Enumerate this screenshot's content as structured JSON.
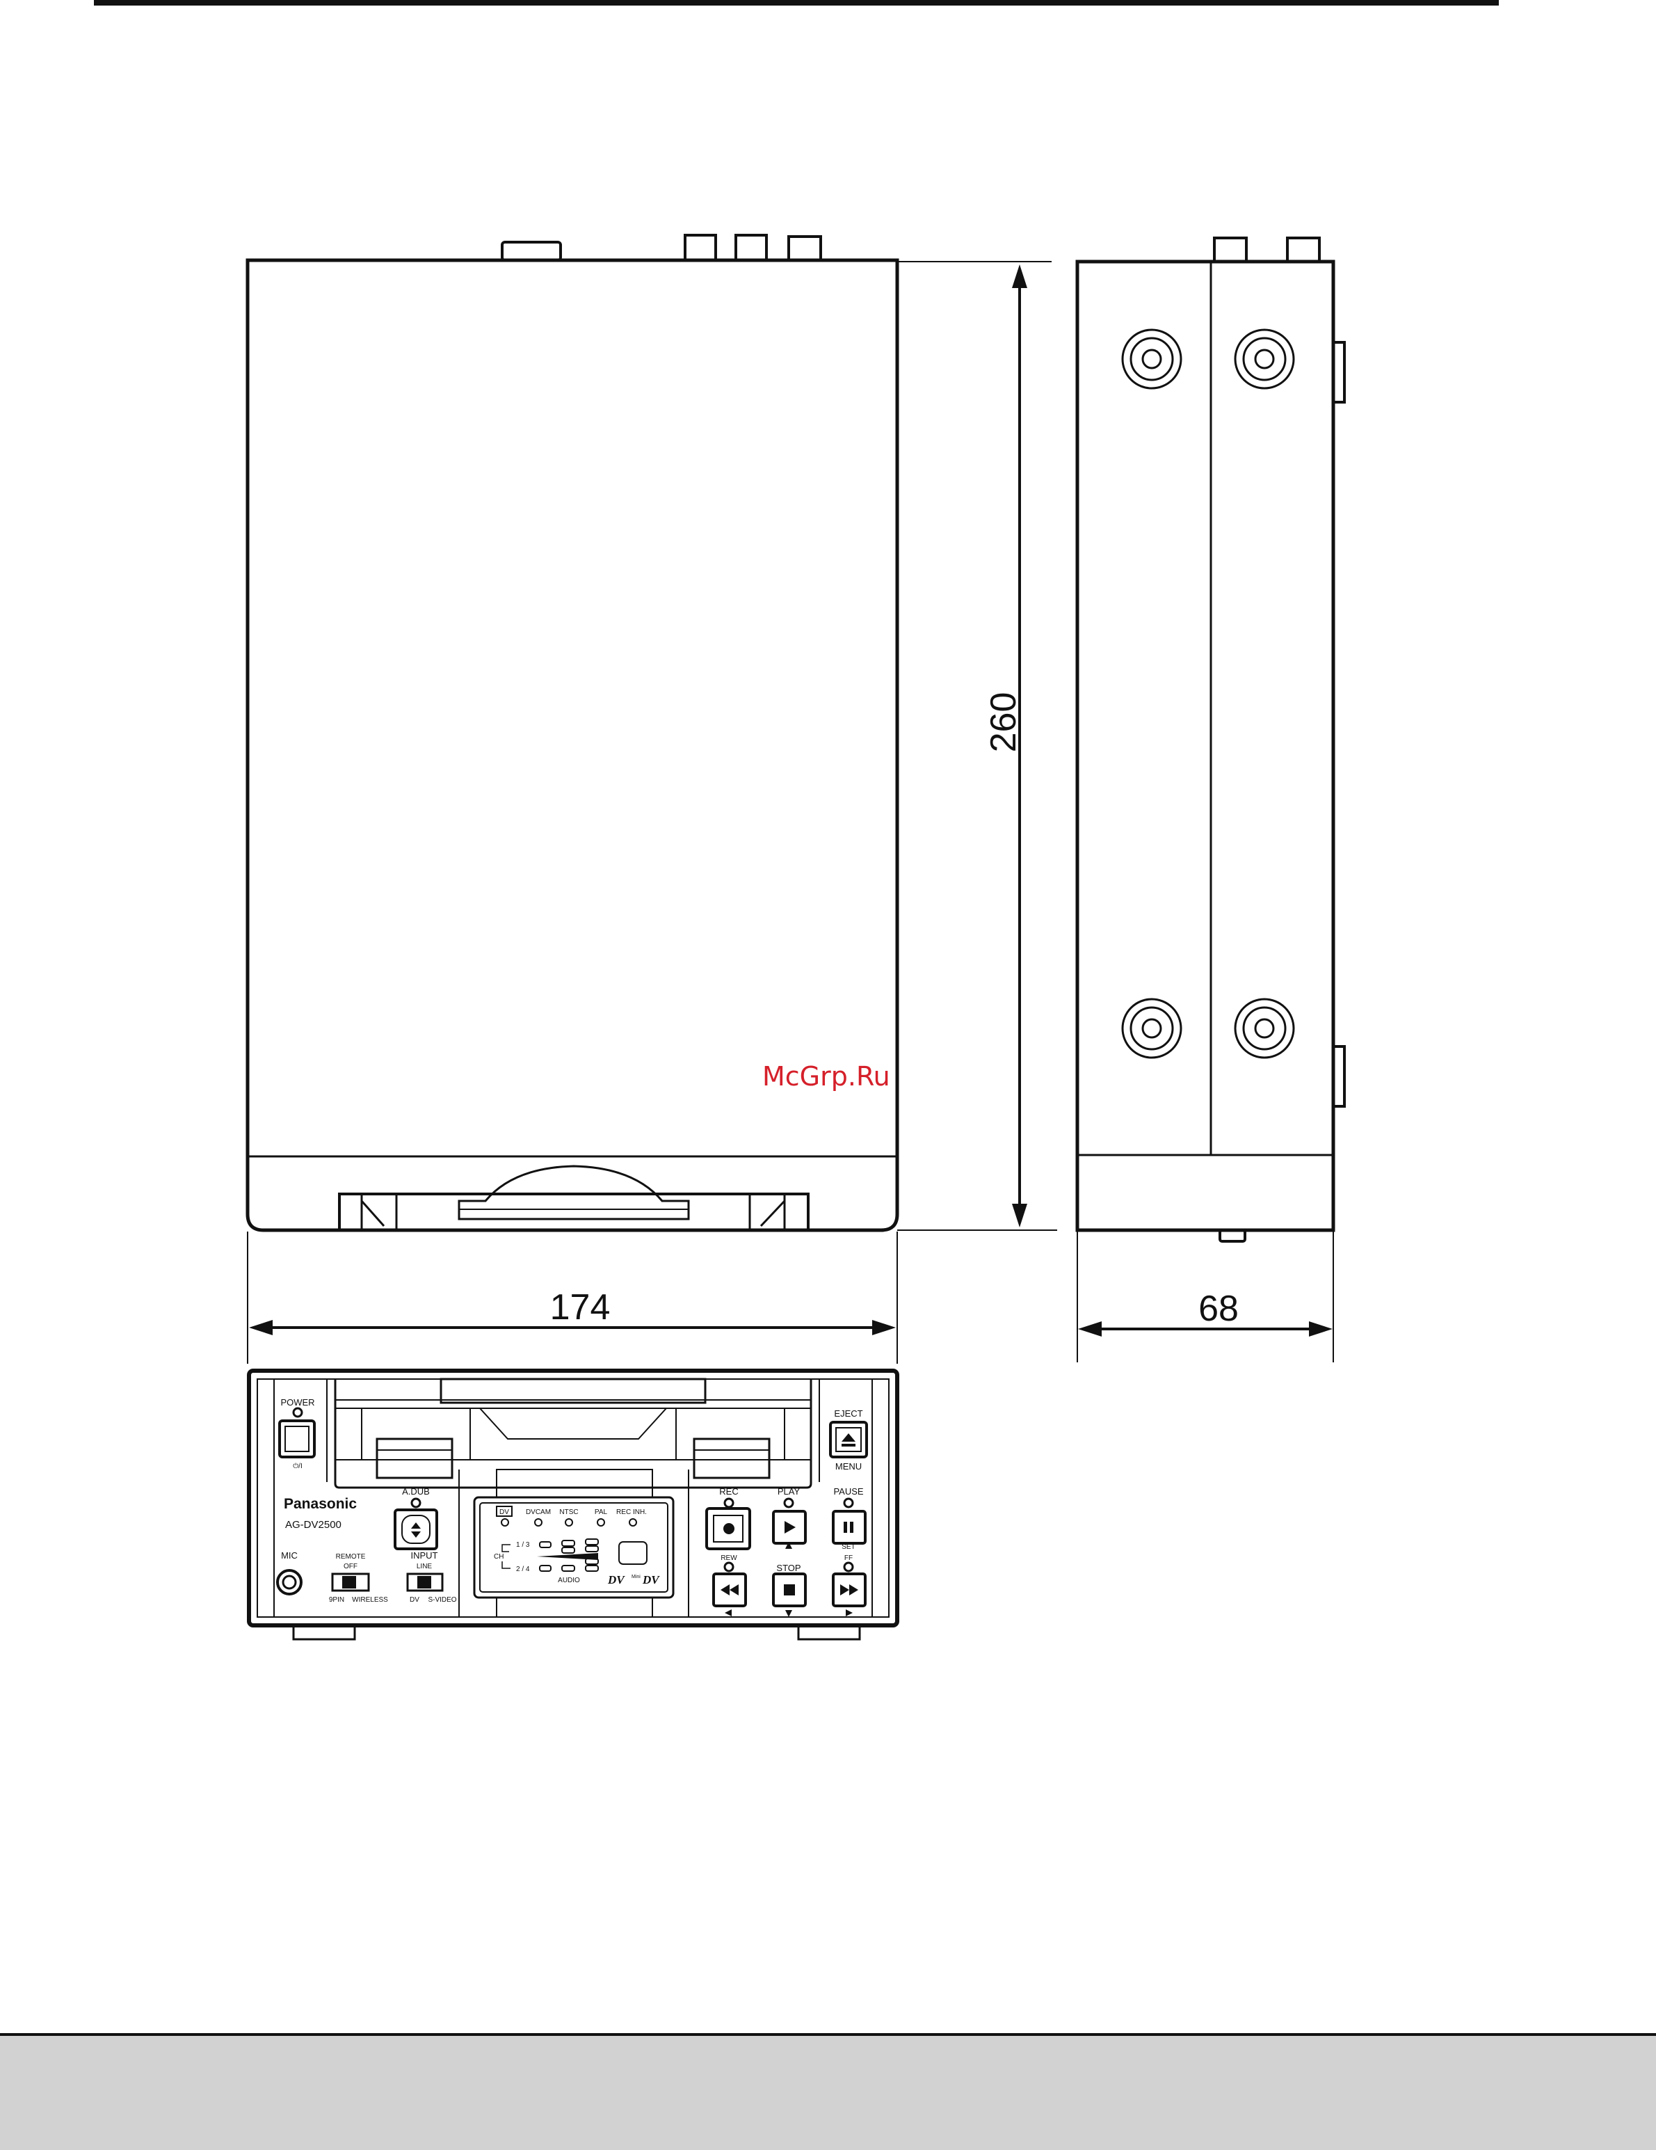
{
  "dimensions": {
    "height": "260",
    "width": "174",
    "depth": "68"
  },
  "watermark": "McGrp.Ru",
  "front_panel": {
    "power_label": "POWER",
    "power_symbol": "⏻/I",
    "eject_label": "EJECT",
    "menu_label": "MENU",
    "brand": "Panasonic",
    "model": "AG-DV2500",
    "adub_label": "A.DUB",
    "mic_label": "MIC",
    "remote_label": "REMOTE",
    "remote_off": "OFF",
    "remote_9pin": "9PIN",
    "remote_wireless": "WIRELESS",
    "input_label": "INPUT",
    "input_line": "LINE",
    "input_dv": "DV",
    "input_svideo": "S-VIDEO",
    "display": {
      "dv_indicator": "DV",
      "dvcam": "DVCAM",
      "ntsc": "NTSC",
      "pal": "PAL",
      "rec_inh": "REC INH.",
      "ch": "CH",
      "ch13": "1 / 3",
      "ch24": "2 / 4",
      "audio": "AUDIO",
      "dv_logo": "DV",
      "mini_dv_logo": "DV",
      "mini_text": "Mini"
    },
    "transport": {
      "rec": "REC",
      "play": "PLAY",
      "pause": "PAUSE",
      "set": "SET",
      "rew": "REW",
      "stop": "STOP",
      "ff": "FF"
    }
  }
}
